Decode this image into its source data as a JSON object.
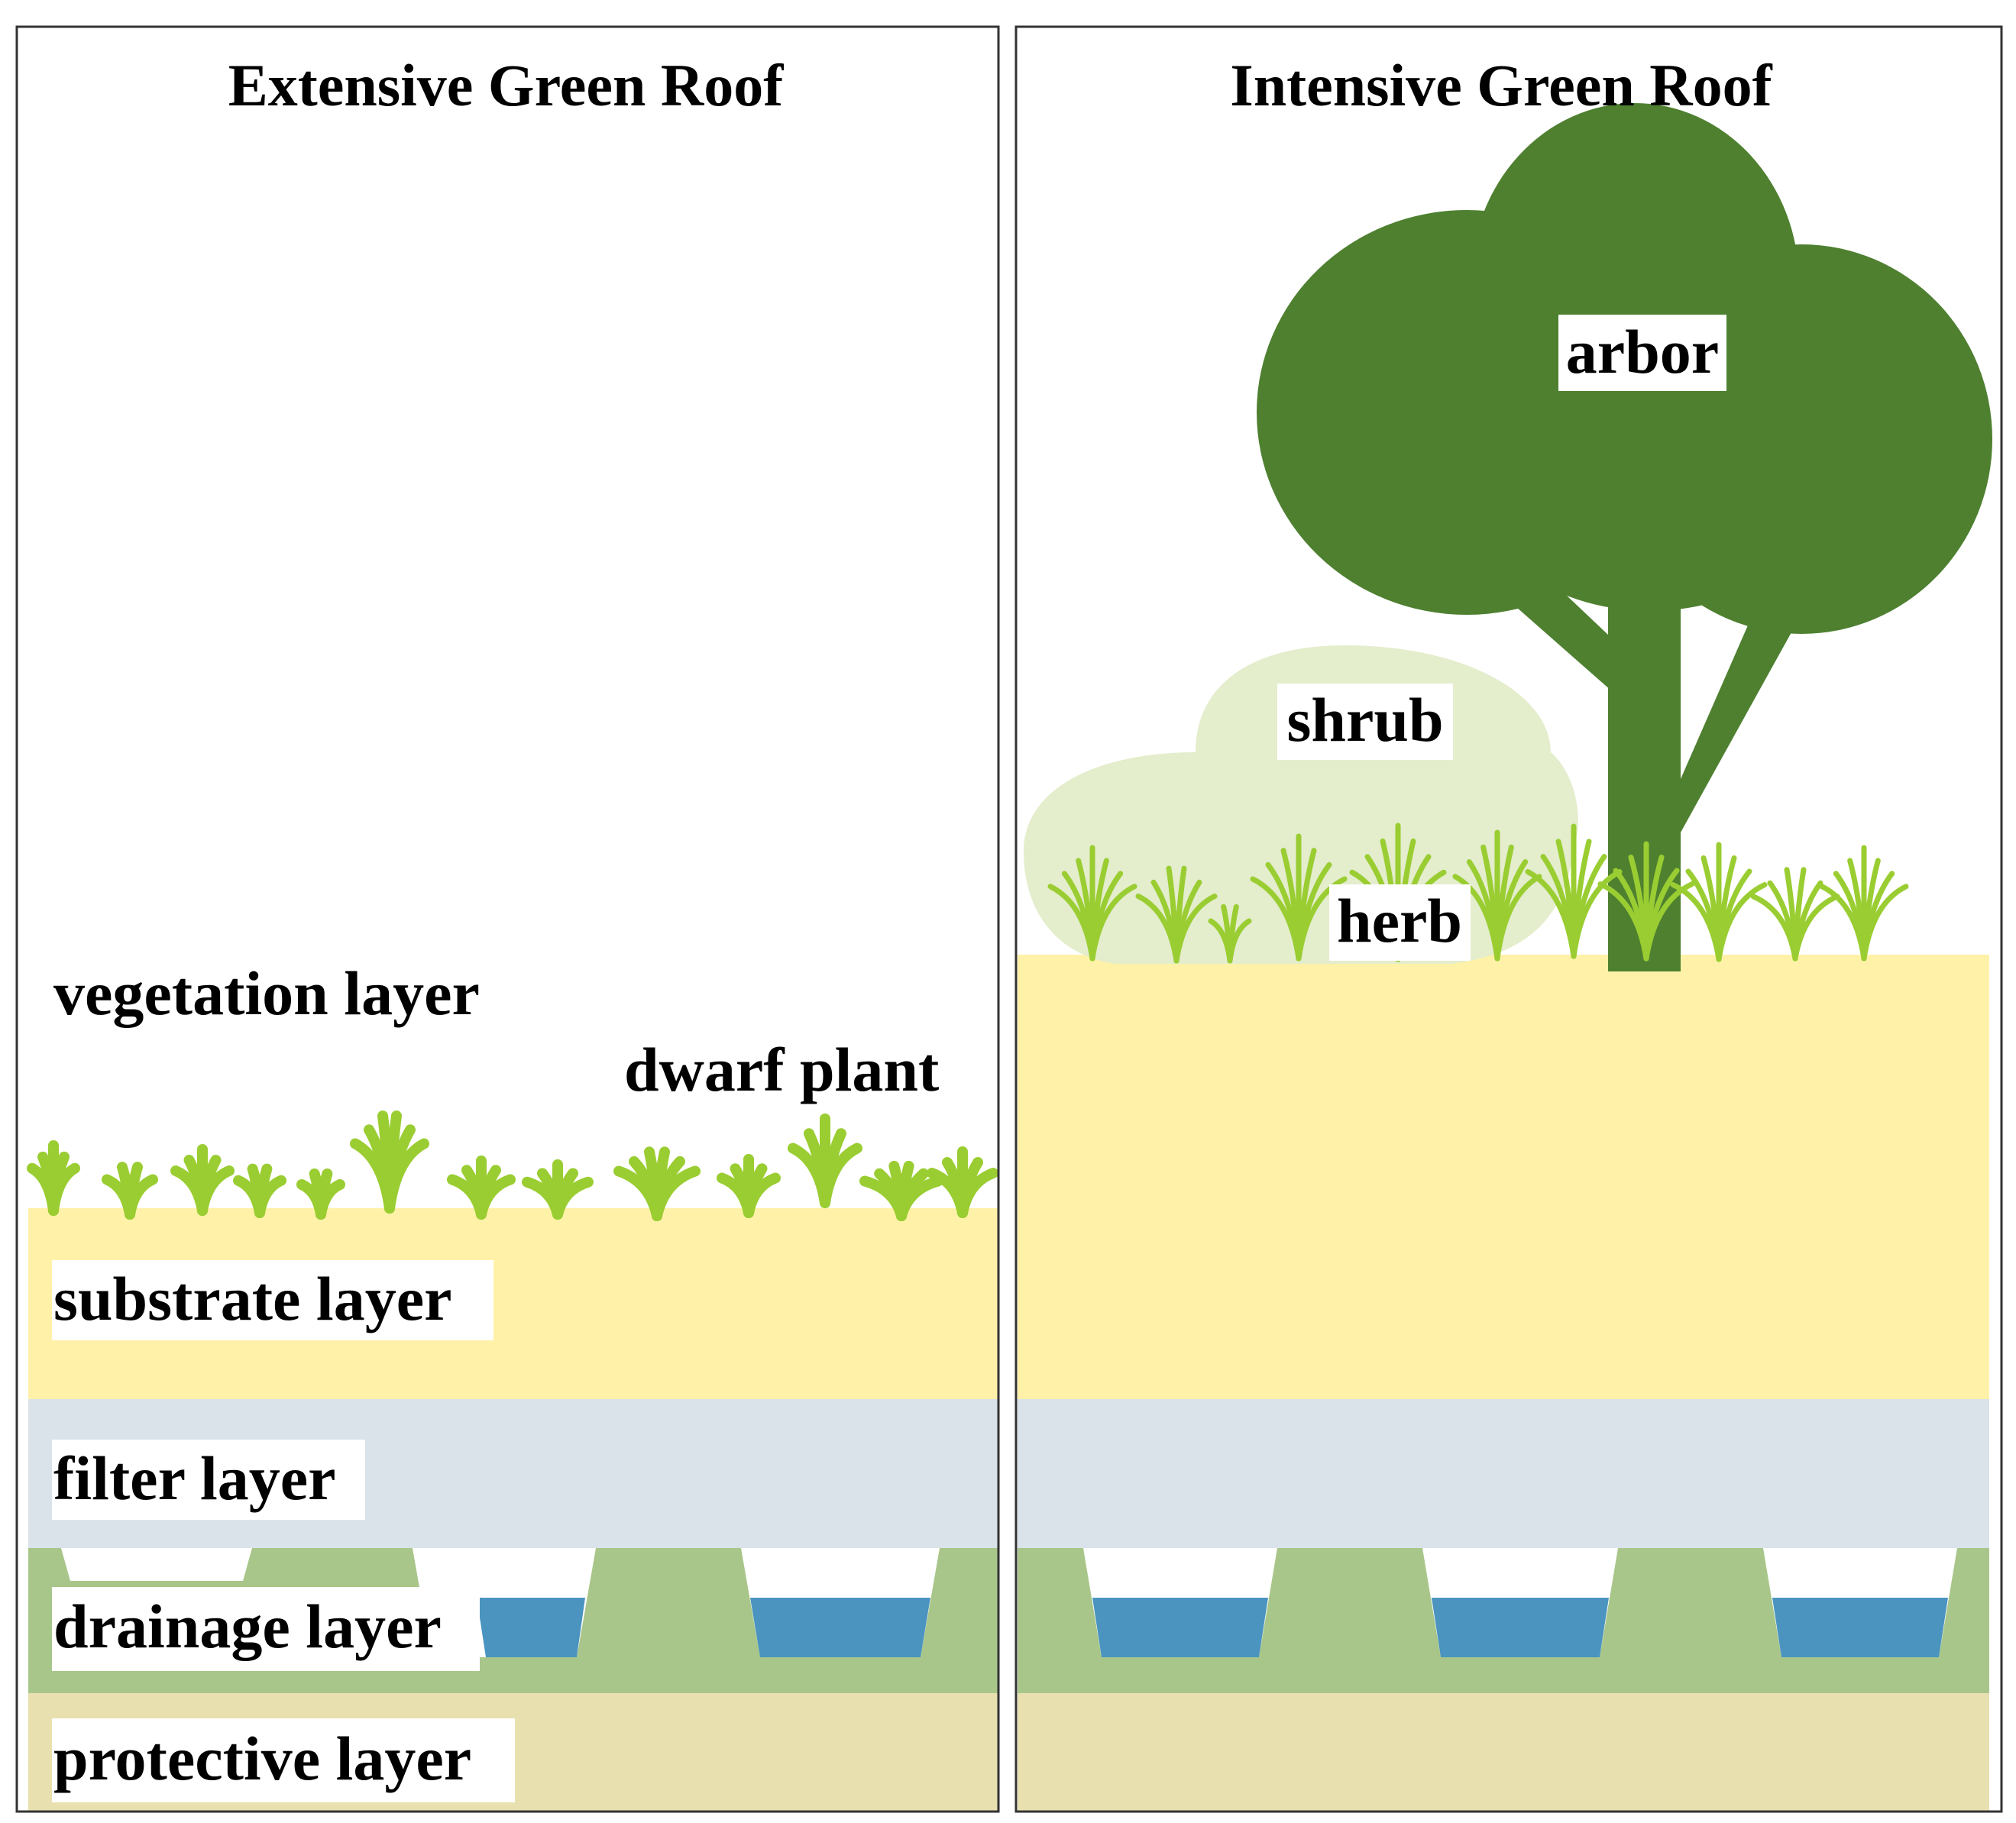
{
  "panels": [
    {
      "title": "Extensive Green Roof"
    },
    {
      "title": "Intensive Green Roof"
    }
  ],
  "layers": [
    {
      "label": "vegetation layer"
    },
    {
      "label": "substrate layer",
      "color": "#FFF2A8"
    },
    {
      "label": "filter layer",
      "color": "#DAE3EA"
    },
    {
      "label": "drainage layer",
      "color": "#A9C68A",
      "water_color": "#4A94BF"
    },
    {
      "label": "protective layer",
      "color": "#E9E0B0"
    }
  ],
  "plants": {
    "dwarf": "dwarf plant",
    "herb": "herb",
    "shrub": "shrub",
    "arbor": "arbor"
  },
  "colors": {
    "grass": "#9ACD32",
    "tree": "#4E8030",
    "shrub": "#E4EDCC",
    "border": "#333333"
  }
}
